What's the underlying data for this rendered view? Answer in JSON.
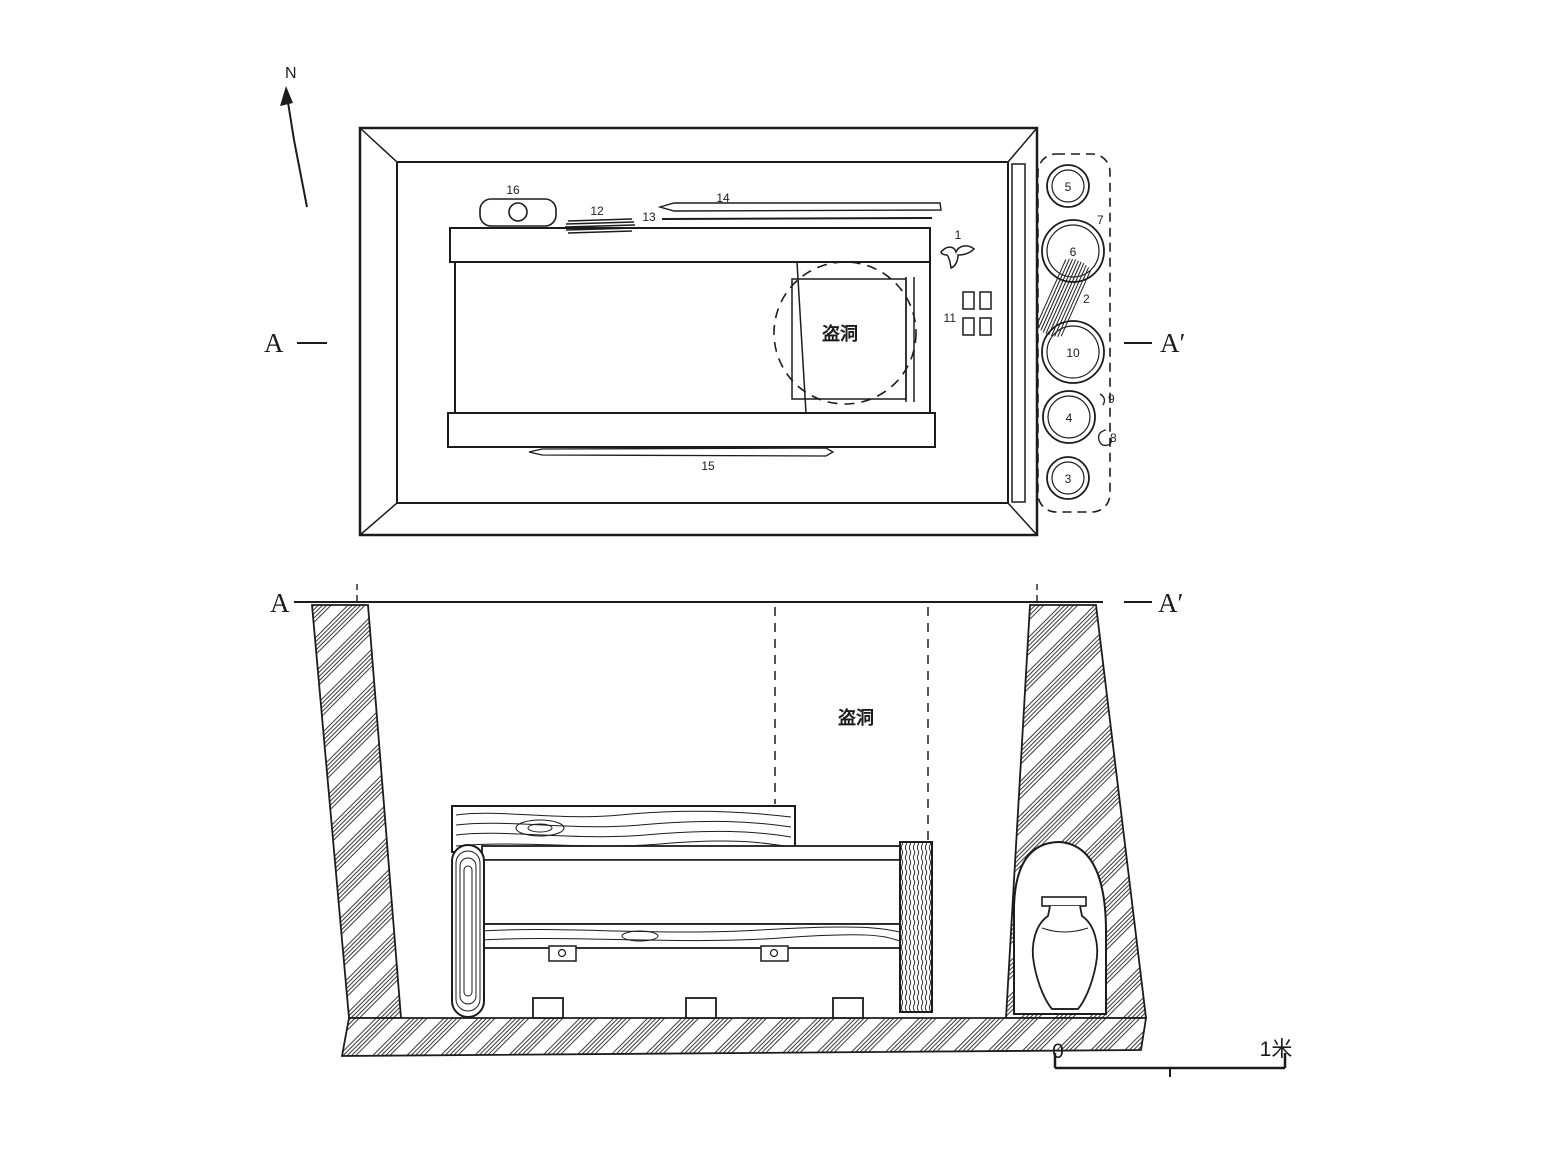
{
  "colors": {
    "ink": "#1c1c1c",
    "background": "#ffffff"
  },
  "compass": {
    "north_label": "N"
  },
  "plan": {
    "section_marker_left": "A",
    "section_marker_right": "A′",
    "robber_hole_label": "盗洞",
    "artifact_labels": {
      "n1": "1",
      "n2": "2",
      "n3": "3",
      "n4": "4",
      "n5": "5",
      "n6": "6",
      "n7": "7",
      "n8": "8",
      "n9": "9",
      "n10": "10",
      "n11": "11",
      "n12": "12",
      "n13": "13",
      "n14": "14",
      "n15": "15",
      "n16": "16"
    }
  },
  "section": {
    "section_marker_left": "A",
    "section_marker_right": "A′",
    "robber_hole_label": "盗洞"
  },
  "scale_bar": {
    "zero_label": "0",
    "max_label": "1米"
  }
}
